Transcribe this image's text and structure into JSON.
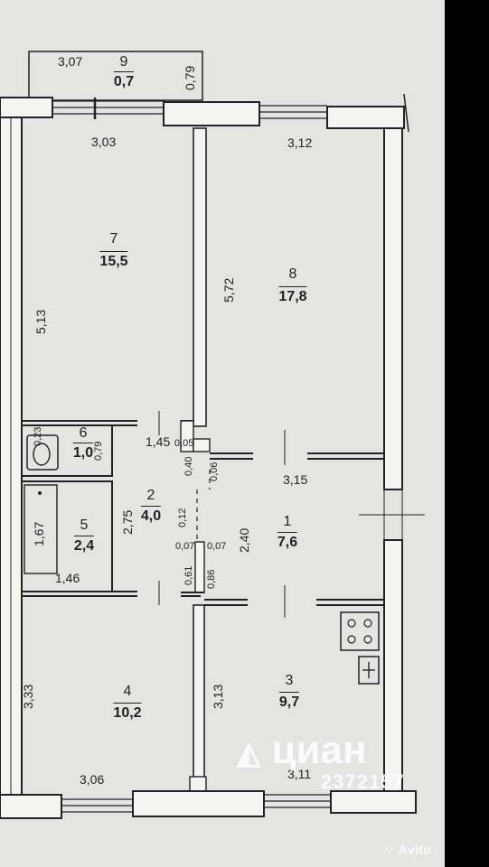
{
  "rooms": [
    {
      "number": "1",
      "area": "7,6"
    },
    {
      "number": "2",
      "area": "4,0"
    },
    {
      "number": "3",
      "area": "9,7"
    },
    {
      "number": "4",
      "area": "10,2"
    },
    {
      "number": "5",
      "area": "2,4"
    },
    {
      "number": "6",
      "area": "1,0"
    },
    {
      "number": "7",
      "area": "15,5"
    },
    {
      "number": "8",
      "area": "17,8"
    },
    {
      "number": "9",
      "area": "0,7"
    }
  ],
  "dimensions": {
    "d307": "3,07",
    "d079": "0,79",
    "d303": "3,03",
    "d312": "3,12",
    "d513": "5,13",
    "d572": "5,72",
    "d145": "1,45",
    "d005": "0,05",
    "d315": "3,15",
    "d240": "2,40",
    "d275": "2,75",
    "d167": "1,67",
    "d146": "1,46",
    "d012": "0,12",
    "d007a": "0,07",
    "d007b": "0,07",
    "d061": "0,61",
    "d086": "0,86",
    "d040": "0,40",
    "d006": "0,06",
    "d023": "0,23",
    "d079b": "0,79",
    "d333": "3,33",
    "d313": "3,13",
    "d306": "3,06",
    "d311": "3,11"
  },
  "watermark": {
    "cian": "циан",
    "cian_id": "2372157",
    "avito": "Avito"
  }
}
